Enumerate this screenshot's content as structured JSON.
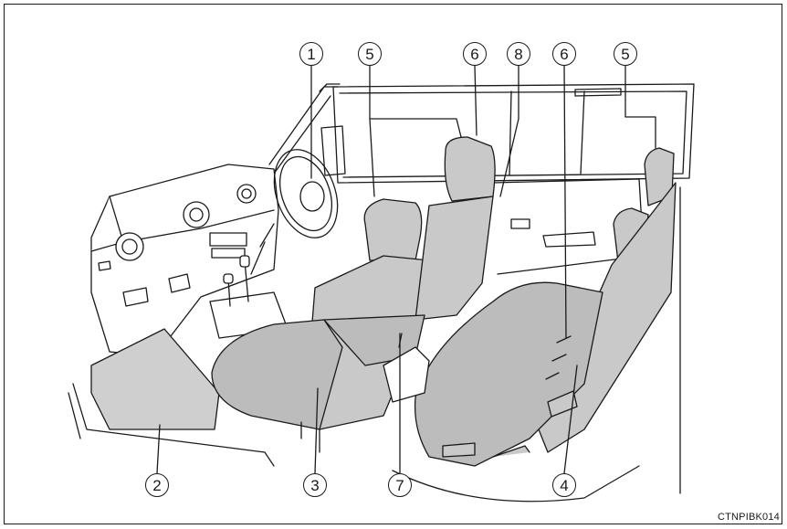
{
  "figure": {
    "code": "CTNPIBK014",
    "callouts": [
      {
        "id": "1",
        "label": "1"
      },
      {
        "id": "2",
        "label": "2"
      },
      {
        "id": "3",
        "label": "3"
      },
      {
        "id": "4",
        "label": "4"
      },
      {
        "id": "5a",
        "label": "5"
      },
      {
        "id": "5b",
        "label": "5"
      },
      {
        "id": "6a",
        "label": "6"
      },
      {
        "id": "6b",
        "label": "6"
      },
      {
        "id": "7",
        "label": "7"
      },
      {
        "id": "8",
        "label": "8"
      }
    ]
  },
  "colors": {
    "stroke": "#1a1a1a",
    "seat_fill": "#c9c9c9",
    "seat_shade": "#b4b4b4",
    "floor_fill": "#cfcfcf",
    "background": "#ffffff"
  }
}
